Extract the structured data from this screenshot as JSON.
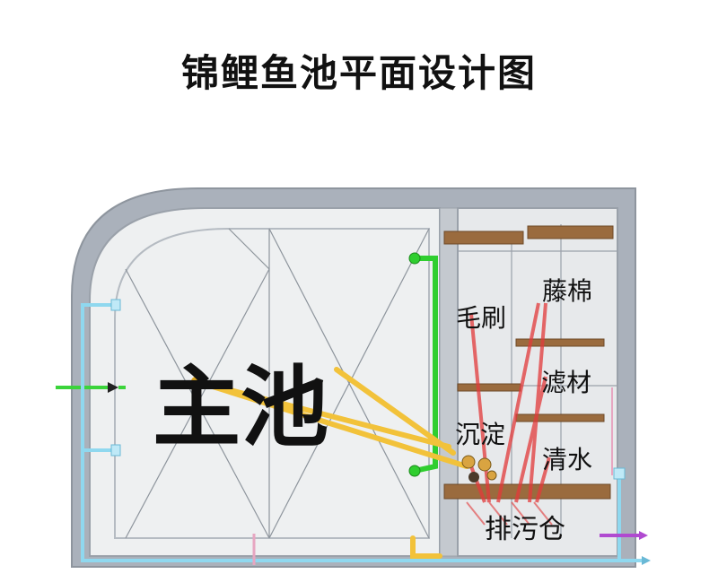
{
  "title": "锦鲤鱼池平面设计图",
  "labels": {
    "main_pool": "主池",
    "brush": "毛刷",
    "sponge": "藤棉",
    "media": "滤材",
    "settling": "沉淀",
    "clear_water": "清水",
    "drain_bay": "排污仓"
  },
  "colors": {
    "pool_wall": "#aab1bb",
    "pool_floor": "#eef0f1",
    "inlet_pipe": "#2fce2f",
    "bottom_drain_pipe": "#f2c23a",
    "water_pipe": "#8fd8ef",
    "filter_flow": "#e23a3a",
    "outlet_pipe": "#b04ad0",
    "shelf": "#9a6b3e"
  }
}
